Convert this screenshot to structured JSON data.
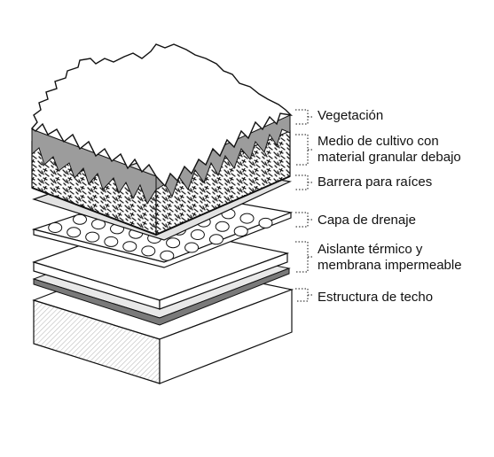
{
  "layers": [
    {
      "key": "vegetation",
      "lines": [
        "Vegetación"
      ]
    },
    {
      "key": "growing-medium",
      "lines": [
        "Medio de cultivo con",
        "material granular debajo"
      ]
    },
    {
      "key": "root-barrier",
      "lines": [
        "Barrera para raíces"
      ]
    },
    {
      "key": "drainage-layer",
      "lines": [
        "Capa de drenaje"
      ]
    },
    {
      "key": "insulation-membrane",
      "lines": [
        "Aislante térmico y",
        "membrana impermeable"
      ]
    },
    {
      "key": "roof-structure",
      "lines": [
        "Estructura de techo"
      ]
    }
  ],
  "colors": {
    "ink": "#111111",
    "vegetation_side": "#9c9c9c",
    "membrane": "#7a7a7a",
    "root_barrier": "#e2e2e2",
    "paper": "#ffffff"
  }
}
